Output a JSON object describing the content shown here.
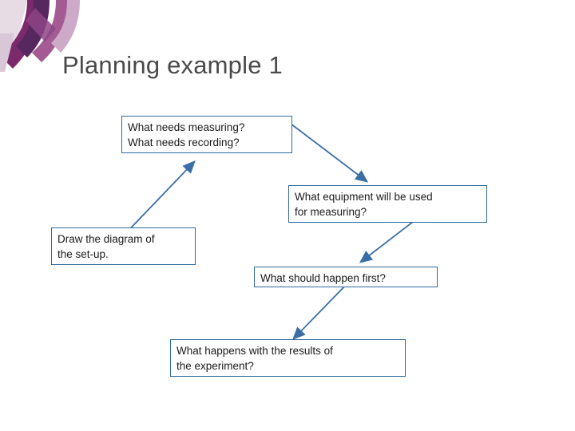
{
  "slide": {
    "title": "Planning example 1",
    "background_color": "#ffffff",
    "accent_color": "#3b6ea5",
    "box_border_color": "#2e6a9e",
    "title_color": "#4a4a4a"
  },
  "decor": {
    "corner_graphic": "purple-fan-graphic",
    "colors": [
      "#7d2b6e",
      "#5b2a62",
      "#a8578f",
      "#c9a7c4",
      "#e3d3de"
    ]
  },
  "boxes": [
    {
      "name": "box-measuring-recording",
      "line1": "What needs measuring?",
      "line2": "What needs recording?"
    },
    {
      "name": "box-equipment",
      "line1": "What equipment will be used",
      "line2": "for measuring?"
    },
    {
      "name": "box-diagram",
      "line1": "Draw the diagram of",
      "line2": "the set-up."
    },
    {
      "name": "box-first-step",
      "line1": "What should happen first?",
      "line2": ""
    },
    {
      "name": "box-results",
      "line1": "What happens with the results of",
      "line2": "the experiment?"
    }
  ],
  "connectors": [
    {
      "name": "arrow-to-measuring-box",
      "from": "lower-left",
      "to": "box-measuring-recording"
    },
    {
      "name": "arrow-measuring-to-equipment",
      "from": "box-measuring-recording",
      "to": "box-equipment"
    },
    {
      "name": "arrow-equipment-to-first-step",
      "from": "box-equipment",
      "to": "box-first-step"
    },
    {
      "name": "arrow-first-step-to-results",
      "from": "box-first-step",
      "to": "box-results"
    }
  ]
}
